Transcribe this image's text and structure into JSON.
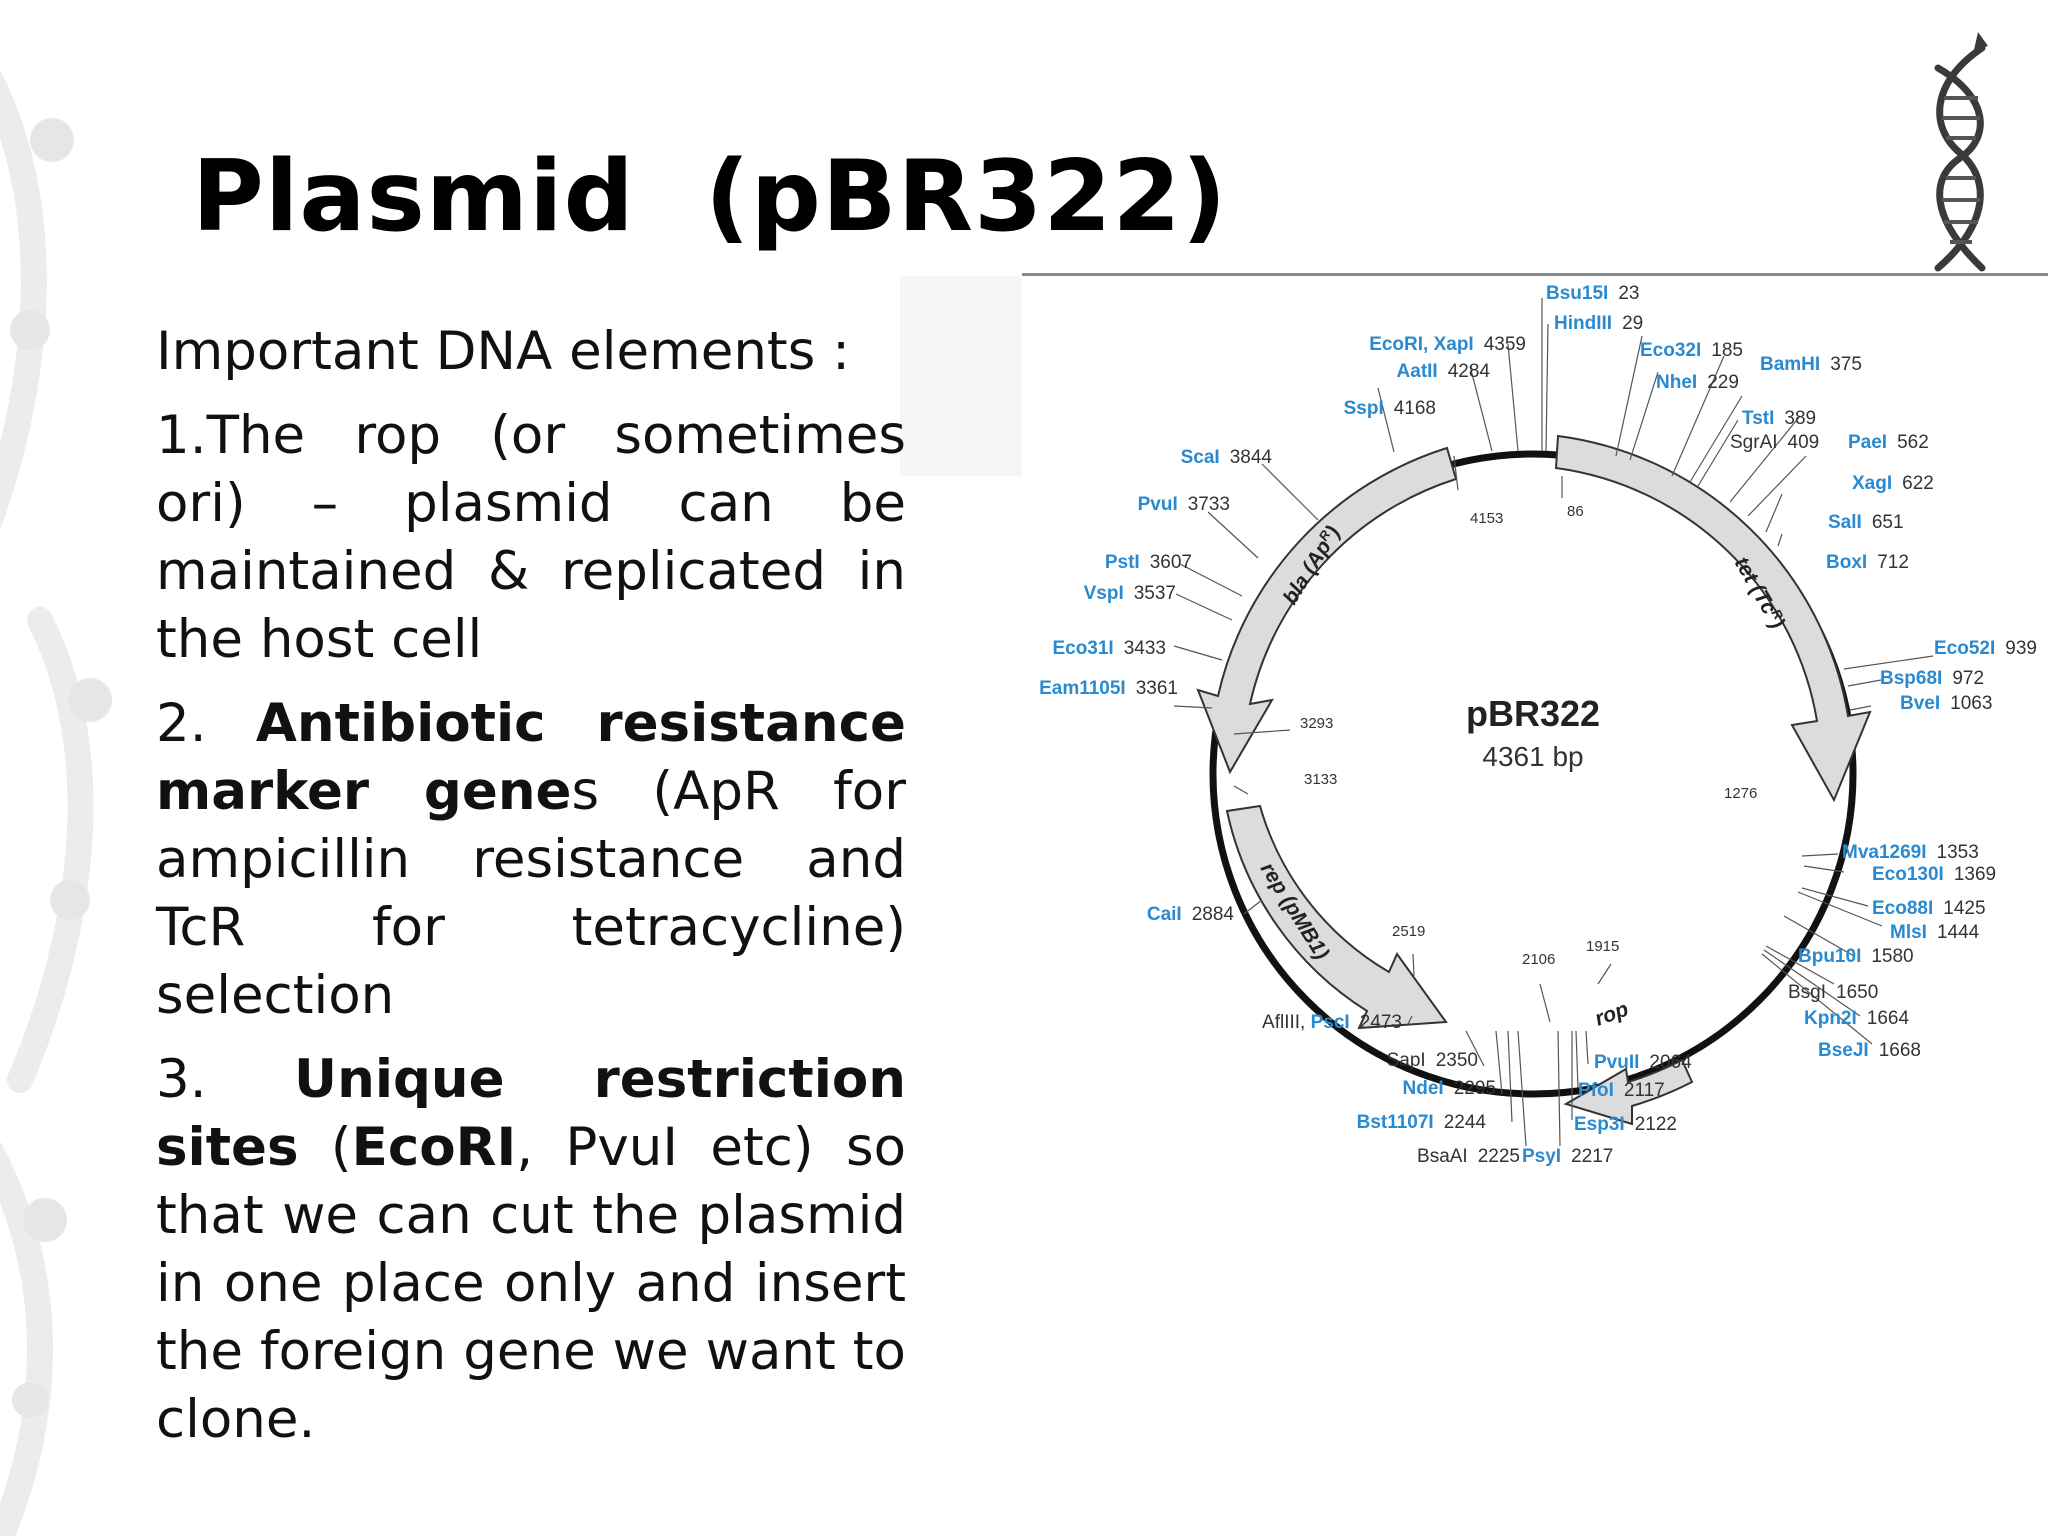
{
  "slide": {
    "title": "Plasmid  (pBR322)",
    "intro": "Important DNA elements :",
    "point1": "1.The rop (or sometimes ori) – plasmid can be maintained & replicated in the host cell",
    "point2_prefix": "2. ",
    "point2_bold": "Antibiotic resistance marker gene",
    "point2_rest": "s (ApR for ampicillin resistance and TcR for tetracycline) selection",
    "point3_prefix": "3. ",
    "point3_bold": "Unique restriction sites",
    "point3_open": " (",
    "point3_ecori": "EcoRI",
    "point3_rest": ", PvuI etc) so that we can cut the plasmid in one place only and insert the foreign gene we want to clone."
  },
  "plasmid_map": {
    "name": "pBR322",
    "size": "4361 bp",
    "genes": [
      {
        "label": "tet (Tc",
        "sup": "R",
        "label_end": ")"
      },
      {
        "label": "bla (Ap",
        "sup": "R",
        "label_end": ")"
      },
      {
        "label": "rep (pMB1)"
      },
      {
        "label": "rop"
      }
    ],
    "inner_positions": [
      "4153",
      "86",
      "1276",
      "1915",
      "2106",
      "2519",
      "3133",
      "3293"
    ],
    "sites": [
      {
        "name": "Bsu15I",
        "pos": "23",
        "highlight": true
      },
      {
        "name": "HindIII",
        "pos": "29",
        "highlight": true
      },
      {
        "name": "Eco32I",
        "pos": "185",
        "highlight": true
      },
      {
        "name": "NheI",
        "pos": "229",
        "highlight": true
      },
      {
        "name": "BamHI",
        "pos": "375",
        "highlight": true
      },
      {
        "name": "TstI",
        "pos": "389",
        "highlight": true
      },
      {
        "name": "SgrAI",
        "pos": "409",
        "highlight": false
      },
      {
        "name": "PaeI",
        "pos": "562",
        "highlight": true
      },
      {
        "name": "XagI",
        "pos": "622",
        "highlight": true
      },
      {
        "name": "SalI",
        "pos": "651",
        "highlight": true
      },
      {
        "name": "BoxI",
        "pos": "712",
        "highlight": true
      },
      {
        "name": "Eco52I",
        "pos": "939",
        "highlight": true
      },
      {
        "name": "Bsp68I",
        "pos": "972",
        "highlight": true
      },
      {
        "name": "BveI",
        "pos": "1063",
        "highlight": true
      },
      {
        "name": "Mva1269I",
        "pos": "1353",
        "highlight": true
      },
      {
        "name": "Eco130I",
        "pos": "1369",
        "highlight": true
      },
      {
        "name": "Eco88I",
        "pos": "1425",
        "highlight": true
      },
      {
        "name": "MlsI",
        "pos": "1444",
        "highlight": true
      },
      {
        "name": "Bpu10I",
        "pos": "1580",
        "highlight": true
      },
      {
        "name": "BsgI",
        "pos": "1650",
        "highlight": false
      },
      {
        "name": "Kpn2I",
        "pos": "1664",
        "highlight": true
      },
      {
        "name": "BseJI",
        "pos": "1668",
        "highlight": true
      },
      {
        "name": "PvuII",
        "pos": "2064",
        "highlight": true
      },
      {
        "name": "PfoI",
        "pos": "2117",
        "highlight": true
      },
      {
        "name": "Esp3I",
        "pos": "2122",
        "highlight": true
      },
      {
        "name": "PsyI",
        "pos": "2217",
        "highlight": true
      },
      {
        "name": "BsaAI",
        "pos": "2225",
        "highlight": false
      },
      {
        "name": "Bst1107I",
        "pos": "2244",
        "highlight": true
      },
      {
        "name": "NdeI",
        "pos": "2295",
        "highlight": true
      },
      {
        "name": "SapI",
        "pos": "2350",
        "highlight": false
      },
      {
        "name": "AflIII, ",
        "name2": "PscI",
        "pos": "2473",
        "highlight": false
      },
      {
        "name": "CaiI",
        "pos": "2884",
        "highlight": true
      },
      {
        "name": "Eam1105I",
        "pos": "3361",
        "highlight": true
      },
      {
        "name": "Eco31I",
        "pos": "3433",
        "highlight": true
      },
      {
        "name": "VspI",
        "pos": "3537",
        "highlight": true
      },
      {
        "name": "PstI",
        "pos": "3607",
        "highlight": true
      },
      {
        "name": "PvuI",
        "pos": "3733",
        "highlight": true
      },
      {
        "name": "ScaI",
        "pos": "3844",
        "highlight": true
      },
      {
        "name": "SspI",
        "pos": "4168",
        "highlight": true
      },
      {
        "name": "AatII",
        "pos": "4284",
        "highlight": true
      },
      {
        "name": "EcoRI, XapI",
        "pos": "4359",
        "highlight": true
      }
    ]
  }
}
